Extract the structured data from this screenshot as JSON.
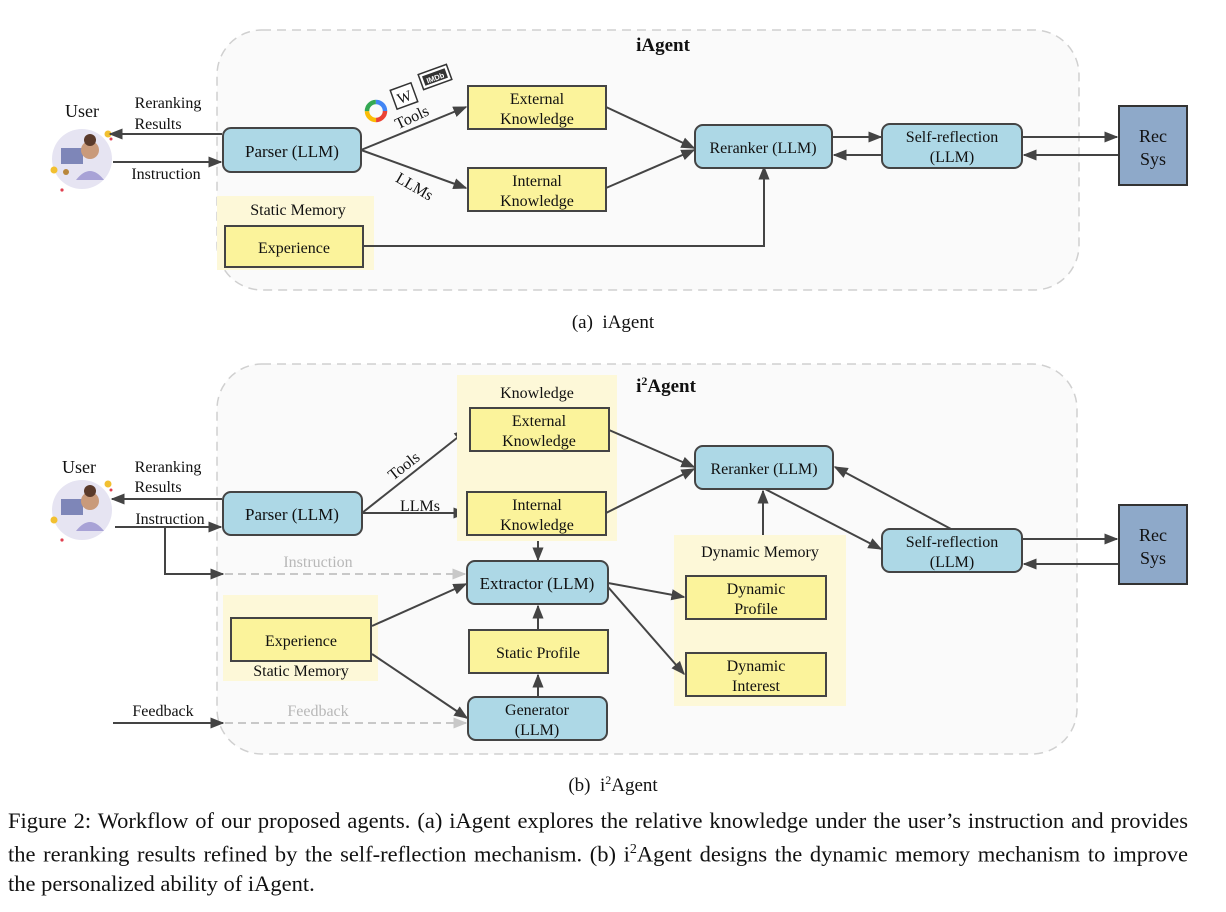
{
  "figure_a": {
    "title": "iAgent",
    "subcaption": "(a)  iAgent",
    "user_label": "User",
    "reranking_results": [
      "Reranking",
      "Results"
    ],
    "instruction": "Instruction",
    "tools_label": "Tools",
    "llms_label": "LLMs",
    "tool_icons": [
      "G",
      "W",
      "IMDb"
    ],
    "parser": "Parser (LLM)",
    "external_knowledge": [
      "External",
      "Knowledge"
    ],
    "internal_knowledge": [
      "Internal",
      "Knowledge"
    ],
    "reranker": "Reranker (LLM)",
    "self_reflection": [
      "Self-reflection",
      "(LLM)"
    ],
    "recsys": [
      "Rec",
      "Sys"
    ],
    "static_memory": "Static Memory",
    "experience": "Experience"
  },
  "figure_b": {
    "title_prefix": "i",
    "title_sup": "2",
    "title_suffix": "Agent",
    "subcaption_prefix": "(b)  i",
    "subcaption_sup": "2",
    "subcaption_suffix": "Agent",
    "user_label": "User",
    "reranking_results": [
      "Reranking",
      "Results"
    ],
    "instruction": "Instruction",
    "instruction_dashed": "Instruction",
    "feedback": "Feedback",
    "feedback_dashed": "Feedback",
    "tools_label": "Tools",
    "llms_label": "LLMs",
    "parser": "Parser (LLM)",
    "knowledge_group": "Knowledge",
    "external_knowledge": [
      "External",
      "Knowledge"
    ],
    "internal_knowledge": [
      "Internal",
      "Knowledge"
    ],
    "extractor": "Extractor (LLM)",
    "static_profile": "Static Profile",
    "generator": [
      "Generator",
      "(LLM)"
    ],
    "experience": "Experience",
    "static_memory": "Static Memory",
    "dynamic_memory": "Dynamic Memory",
    "dynamic_profile": [
      "Dynamic",
      "Profile"
    ],
    "dynamic_interest": [
      "Dynamic",
      "Interest"
    ],
    "reranker": "Reranker (LLM)",
    "self_reflection": [
      "Self-reflection",
      "(LLM)"
    ],
    "recsys": [
      "Rec",
      "Sys"
    ]
  },
  "caption": {
    "text_part1": "Figure 2: Workflow of our proposed agents. (a) iAgent explores the relative knowledge under the user’s instruction and provides the reranking results refined by the self-reflection mechanism.  (b) i",
    "sup": "2",
    "text_part2": "Agent designs the dynamic memory mechanism to improve the personalized ability of iAgent."
  },
  "colors": {
    "llm_box": "#add8e6",
    "knowledge_box": "#fbf39b",
    "memory_bg": "#fdf8d8",
    "recsys_box": "#8ea9c9",
    "container_bg": "#fafafa",
    "dashed_border": "#d0d0d0",
    "arrow": "#444444",
    "gray_text": "#b8b8b8"
  }
}
